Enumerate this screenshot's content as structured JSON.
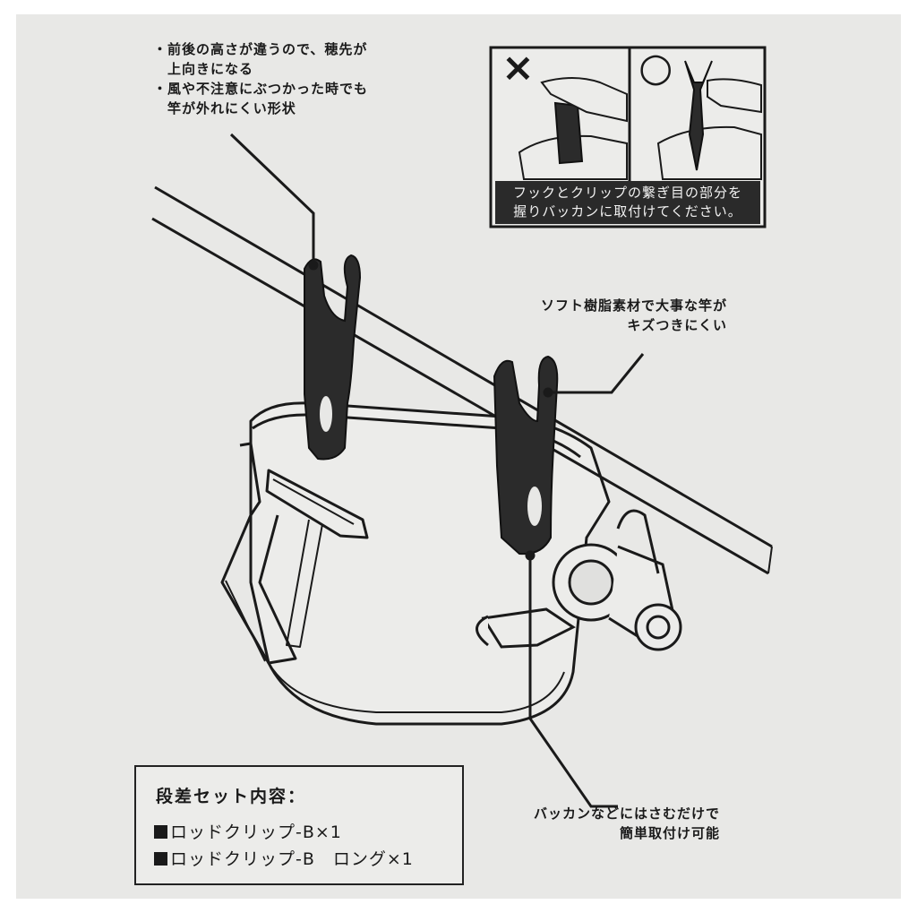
{
  "notes": {
    "top": [
      "・前後の高さが違うので、穂先が",
      "　上向きになる",
      "・風や不注意にぶつかった時でも",
      "　竿が外れにくい形状"
    ],
    "right": [
      "ソフト樹脂素材で大事な竿が",
      "キズつきにくい"
    ],
    "bottom": [
      "バッカンなどにはさむだけで",
      "簡単取付け可能"
    ]
  },
  "inset": {
    "wrong_mark": "×",
    "right_mark": "○",
    "caption": [
      "フックとクリップの繋ぎ目の部分を",
      "握りバッカンに取付けてください。"
    ]
  },
  "contents": {
    "title": "段差セット内容：",
    "items": [
      "ロッドクリップ-B×1",
      "ロッドクリップ-B　ロング×1"
    ]
  },
  "colors": {
    "background": "#e8e8e6",
    "ink": "#1a1a1a",
    "clip": "#2b2b2b"
  }
}
